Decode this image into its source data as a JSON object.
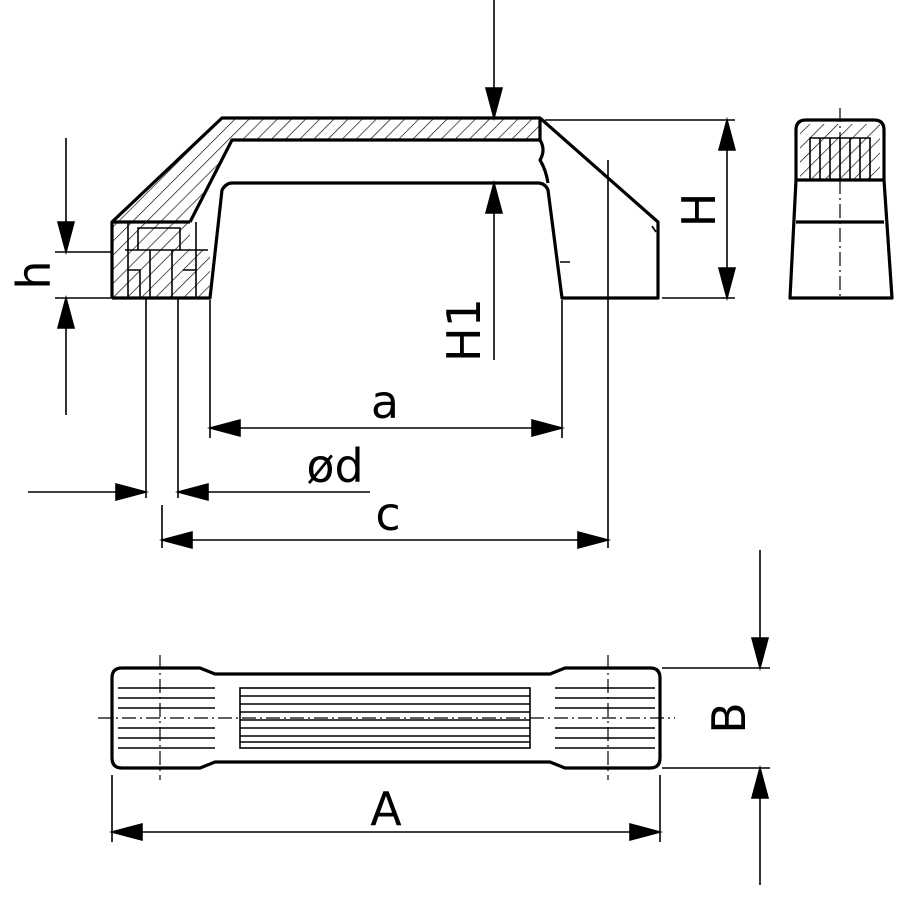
{
  "drawing": {
    "labels": {
      "H": "H",
      "H1": "H1",
      "h": "h",
      "a": "a",
      "d": "ød",
      "c": "c",
      "B": "B",
      "A": "A"
    },
    "colors": {
      "line": "#000000",
      "background": "#ffffff"
    }
  }
}
